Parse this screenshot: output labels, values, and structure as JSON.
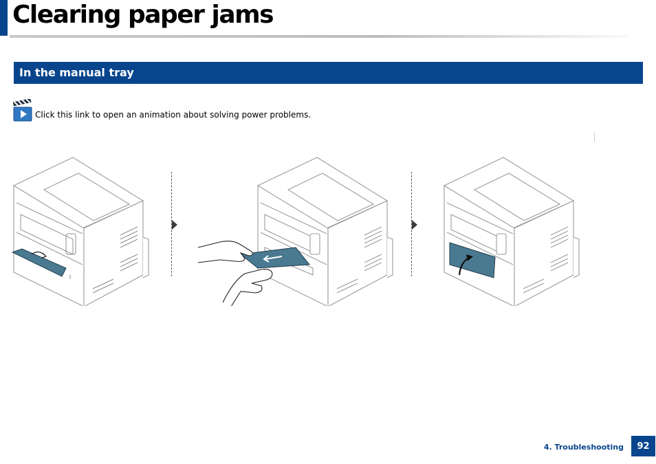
{
  "page": {
    "title": "Clearing paper jams"
  },
  "section": {
    "title": "In the manual tray"
  },
  "animation_link": {
    "icon": "video-clapper-icon",
    "text": "Click this link to open an animation about solving power problems."
  },
  "steps": [
    {
      "icon": "printer-manual-tray-open-illustration"
    },
    {
      "icon": "hands-pulling-jammed-paper-illustration"
    },
    {
      "icon": "printer-close-tray-illustration"
    }
  ],
  "footer": {
    "chapter": "4.  Troubleshooting",
    "page_number": "92"
  },
  "colors": {
    "brand": "#08458d",
    "tray_highlight": "#4a7a92"
  }
}
